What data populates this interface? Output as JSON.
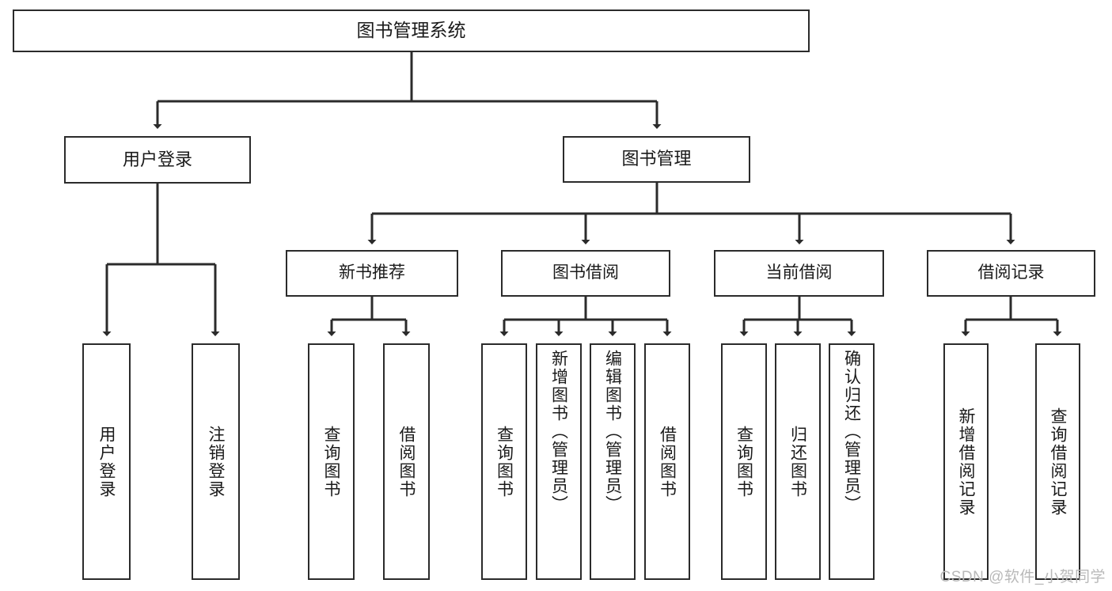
{
  "diagram": {
    "title": "图书管理系统",
    "type": "tree-hierarchy-diagram",
    "colors": {
      "box_border": "#2b2b2b",
      "box_fill": "#ffffff",
      "edge": "#2b2b2b",
      "text": "#1a1a1a",
      "watermark": "#b9b9b9"
    }
  },
  "watermark": {
    "text": "CSDN @软件_小贺同学"
  },
  "root": {
    "label": "图书管理系统"
  },
  "level2": [
    {
      "label": "用户登录"
    },
    {
      "label": "图书管理"
    }
  ],
  "level3": [
    {
      "label": "新书推荐"
    },
    {
      "label": "图书借阅"
    },
    {
      "label": "当前借阅"
    },
    {
      "label": "借阅记录"
    }
  ],
  "leaves": {
    "user_login": [
      {
        "label": "用户登录"
      },
      {
        "label": "注销登录"
      }
    ],
    "new_book_recommend": [
      {
        "label": "查询图书"
      },
      {
        "label": "借阅图书"
      }
    ],
    "book_borrow": [
      {
        "label": "查询图书"
      },
      {
        "label": "新增图书（管理员）"
      },
      {
        "label": "编辑图书（管理员）"
      },
      {
        "label": "借阅图书"
      }
    ],
    "current_borrow": [
      {
        "label": "查询图书"
      },
      {
        "label": "归还图书"
      },
      {
        "label": "确认归还（管理员）"
      }
    ],
    "borrow_record": [
      {
        "label": "新增借阅记录"
      },
      {
        "label": "查询借阅记录"
      }
    ]
  }
}
